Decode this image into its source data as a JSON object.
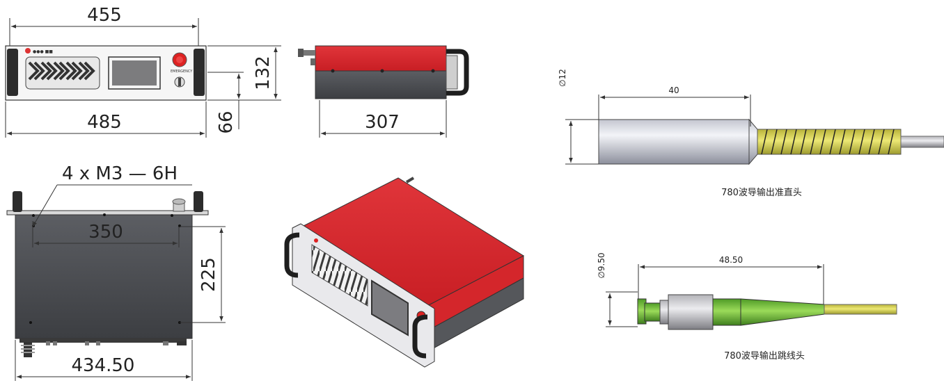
{
  "front_view": {
    "width_top": "455",
    "width_bottom": "485",
    "height": "132",
    "height_inner": "66"
  },
  "side_view": {
    "depth": "307"
  },
  "bottom_view": {
    "hole_spec": "4 x  M3 — 6H",
    "hole_spacing_x": "350",
    "hole_spacing_y": "225",
    "overall_width": "434.50"
  },
  "collimator": {
    "diameter": "∅12",
    "length": "40",
    "caption": "780波导输出准直头"
  },
  "connector": {
    "diameter": "∅9.50",
    "length": "48.50",
    "caption": "780波导输出跳线头"
  },
  "colors": {
    "red_panel": "#e32b2e",
    "dark_body": "#55575b",
    "silver": "#c9ccd1",
    "fiber_yellow": "#d8d24a",
    "fc_green": "#6fb93a"
  }
}
